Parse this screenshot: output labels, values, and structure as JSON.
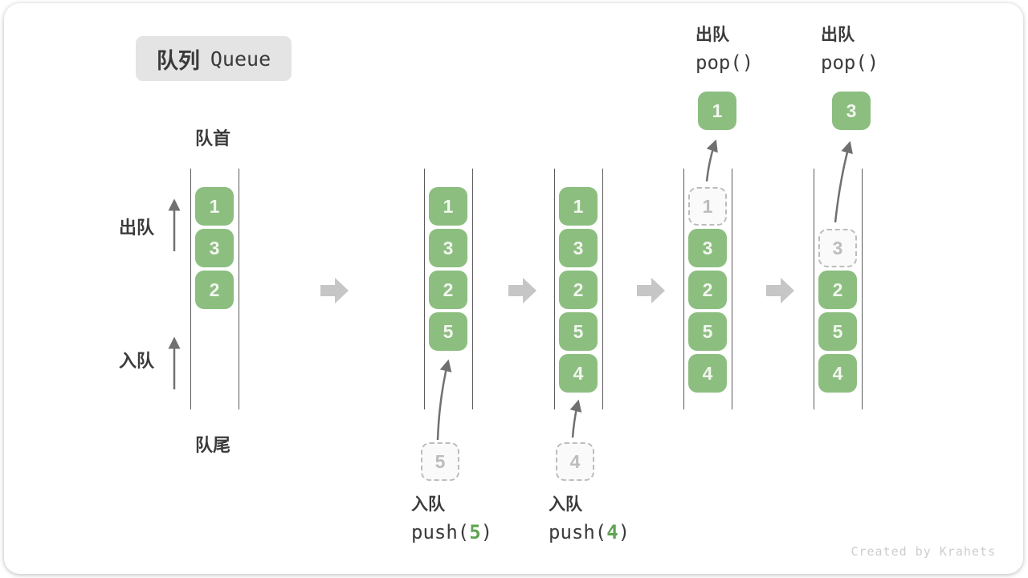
{
  "title": {
    "zh": "队列",
    "en": "Queue"
  },
  "side_labels": {
    "front": "队首",
    "rear": "队尾",
    "dequeue": "出队",
    "enqueue": "入队"
  },
  "queues": [
    {
      "cells": [
        {
          "v": "1"
        },
        {
          "v": "3"
        },
        {
          "v": "2"
        }
      ]
    },
    {
      "cells": [
        {
          "v": "1"
        },
        {
          "v": "3"
        },
        {
          "v": "2"
        },
        {
          "v": "5"
        }
      ]
    },
    {
      "cells": [
        {
          "v": "1"
        },
        {
          "v": "3"
        },
        {
          "v": "2"
        },
        {
          "v": "5"
        },
        {
          "v": "4"
        }
      ]
    },
    {
      "cells": [
        {
          "v": "1",
          "ghost": true
        },
        {
          "v": "3"
        },
        {
          "v": "2"
        },
        {
          "v": "5"
        },
        {
          "v": "4"
        }
      ]
    },
    {
      "cells": [
        {
          "v": "3",
          "ghost": true
        },
        {
          "v": "2"
        },
        {
          "v": "5"
        },
        {
          "v": "4"
        }
      ]
    }
  ],
  "operations": {
    "push5": {
      "label_zh": "入队",
      "code_open": "push(",
      "arg": "5",
      "code_close": ")",
      "staged_value": "5"
    },
    "push4": {
      "label_zh": "入队",
      "code_open": "push(",
      "arg": "4",
      "code_close": ")",
      "staged_value": "4"
    },
    "pop1": {
      "label_zh": "出队",
      "code": "pop()",
      "popped_value": "1"
    },
    "pop3": {
      "label_zh": "出队",
      "code": "pop()",
      "popped_value": "3"
    }
  },
  "watermark": "Created by Krahets",
  "colors": {
    "cell_green": "#8cbe80",
    "arg_green": "#5fa353",
    "badge_bg": "#e4e4e4",
    "text_dark": "#3b3b3b",
    "ghost_gray": "#bcbcbc",
    "thin_arrow_gray": "#707070",
    "block_arrow_gray": "#c6c6c6",
    "queue_line_gray": "#5c5c5c"
  }
}
